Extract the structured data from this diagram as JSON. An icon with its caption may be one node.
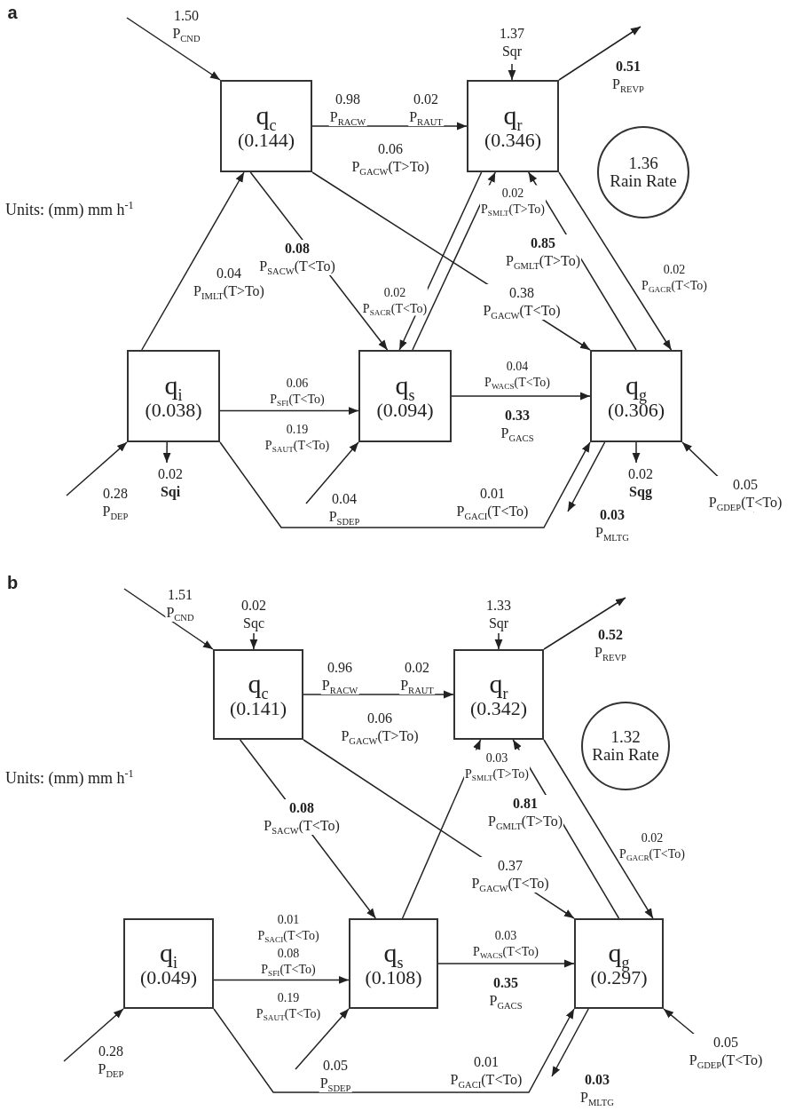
{
  "diagram": {
    "nodes": [
      {
        "text": [
          "q$_{c}$",
          "(0.144)"
        ]
      },
      {
        "text": [
          "q$_{r}$",
          "(0.346)"
        ]
      },
      {
        "text": [
          "1.36",
          "Rain Rate"
        ]
      },
      {
        "text": [
          "q$_{i}$",
          "(0.038)"
        ]
      },
      {
        "text": [
          "q$_{s}$",
          "(0.094)"
        ]
      },
      {
        "text": [
          "q$_{g}$",
          "(0.306)"
        ]
      },
      {
        "text": [
          "q$_{c}$",
          "(0.141)"
        ]
      },
      {
        "text": [
          "q$_{r}$",
          "(0.342)"
        ]
      },
      {
        "text": [
          "1.32",
          "Rain Rate"
        ]
      },
      {
        "text": [
          "q$_{i}$",
          "(0.049)"
        ]
      },
      {
        "text": [
          "q$_{s}$",
          "(0.108)"
        ]
      },
      {
        "text": [
          "q$_{g}$",
          "(0.297)"
        ]
      }
    ],
    "edges": [
      {
        "from": null,
        "to": 0,
        "arrow": "to",
        "label": "1.50 P$_{CND}$"
      },
      {
        "from": 0,
        "to": 1,
        "arrow": "to",
        "label": "0.98 P$_{RACW}$"
      },
      {
        "from": null,
        "to": 1,
        "arrow": "to",
        "label": "1.37 Sqr"
      },
      {
        "from": 1,
        "to": null,
        "arrow": "to",
        "label": "**0.51** P$_{REVP}$"
      },
      {
        "from": 3,
        "to": 0,
        "arrow": "to",
        "label": "0.04 P$_{IMLT}$(T>To)"
      },
      {
        "from": 0,
        "to": 4,
        "arrow": "to",
        "label": "**0.08** P$_{SACW}$(T<To)"
      },
      {
        "from": 0,
        "to": 5,
        "arrow": "to",
        "label": "0.38 P$_{GACW}$(T<To)"
      },
      {
        "from": 1,
        "to": 4,
        "arrow": "to",
        "label": "0.02 P$_{SACR}$(T<To)"
      },
      {
        "from": 4,
        "to": 1,
        "arrow": "to",
        "label": "0.02 P$_{SMLT}$(T>To)"
      },
      {
        "from": 5,
        "to": 1,
        "arrow": "to",
        "label": "**0.85** P$_{GMLT}$(T>To)"
      },
      {
        "from": 1,
        "to": 5,
        "arrow": "to",
        "label": "0.02 P$_{GACR}$(T<To)"
      },
      {
        "from": 3,
        "to": 4,
        "arrow": "to",
        "label": "0.06 P$_{SFI}$(T<To)"
      },
      {
        "from": 4,
        "to": 5,
        "arrow": "to",
        "label": "0.04 P$_{WACS}$(T<To)"
      },
      {
        "from": 3,
        "to": 5,
        "arrow": "to",
        "label": "0.01 P$_{GACI}$(T<To)"
      },
      {
        "from": 5,
        "to": null,
        "arrow": "to",
        "label": "**0.03** P$_{MLTG}$"
      },
      {
        "from": 5,
        "to": null,
        "arrow": "to",
        "label": "0.02 **Sqg**"
      },
      {
        "from": null,
        "to": 5,
        "arrow": "to",
        "label": "0.05 P$_{GDEP}$(T<To)"
      },
      {
        "from": null,
        "to": 3,
        "arrow": "to",
        "label": "0.28 P$_{DEP}$"
      },
      {
        "from": null,
        "to": 4,
        "arrow": "to",
        "label": "0.04 P$_{SDEP}$"
      },
      {
        "from": 3,
        "to": null,
        "arrow": "to",
        "label": "0.02 **Sqi**"
      },
      {
        "from": null,
        "to": 6,
        "arrow": "to",
        "label": "1.51 P$_{CND}$"
      },
      {
        "from": null,
        "to": 6,
        "arrow": "to",
        "label": "0.02 Sqc"
      },
      {
        "from": 6,
        "to": 7,
        "arrow": "to",
        "label": "0.96 P$_{RACW}$"
      },
      {
        "from": null,
        "to": 7,
        "arrow": "to",
        "label": "1.33 Sqr"
      },
      {
        "from": 7,
        "to": null,
        "arrow": "to",
        "label": "**0.52** P$_{REVP}$"
      },
      {
        "from": 6,
        "to": 10,
        "arrow": "to",
        "label": "**0.08** P$_{SACW}$(T<To)"
      },
      {
        "from": 6,
        "to": 11,
        "arrow": "to",
        "label": "0.37 P$_{GACW}$(T<To)"
      },
      {
        "from": 10,
        "to": 7,
        "arrow": "to",
        "label": "0.03 P$_{SMLT}$(T>To)"
      },
      {
        "from": 11,
        "to": 7,
        "arrow": "to",
        "label": "**0.81** P$_{GMLT}$(T>To)"
      },
      {
        "from": 7,
        "to": 11,
        "arrow": "to",
        "label": "0.02 P$_{GACR}$(T<To)"
      },
      {
        "from": 9,
        "to": 10,
        "arrow": "to",
        "label": "0.08 P$_{SFI}$(T<To)"
      },
      {
        "from": 10,
        "to": 11,
        "arrow": "to",
        "label": "0.03 P$_{WACS}$(T<To)"
      },
      {
        "from": 9,
        "to": 11,
        "arrow": "to",
        "label": "0.01 P$_{GACI}$(T<To)"
      },
      {
        "from": 11,
        "to": null,
        "arrow": "to",
        "label": "**0.03** P$_{MLTG}$"
      },
      {
        "from": null,
        "to": 11,
        "arrow": "to",
        "label": "0.05 P$_{GDEP}$(T<To)"
      },
      {
        "from": null,
        "to": 9,
        "arrow": "to",
        "label": "0.28 P$_{DEP}$"
      },
      {
        "from": null,
        "to": 10,
        "arrow": "to",
        "label": "0.05 P$_{SDEP}$"
      }
    ],
    "labels": [
      "a",
      "Units: (mm) mm h$^{-1}$",
      "0.02 P$_{RAUT}$",
      "0.06 P$_{GACW}$(T>To)",
      "0.19 P$_{SAUT}$(T<To)",
      "**0.33** P$_{GACS}$",
      "b",
      "Units: (mm) mm h$^{-1}$",
      "0.02 P$_{RAUT}$",
      "0.06 P$_{GACW}$(T>To)",
      "0.01 P$_{SACI}$(T<To)",
      "0.19 P$_{SAUT}$(T<To)",
      "**0.35** P$_{GACS}$"
    ]
  }
}
